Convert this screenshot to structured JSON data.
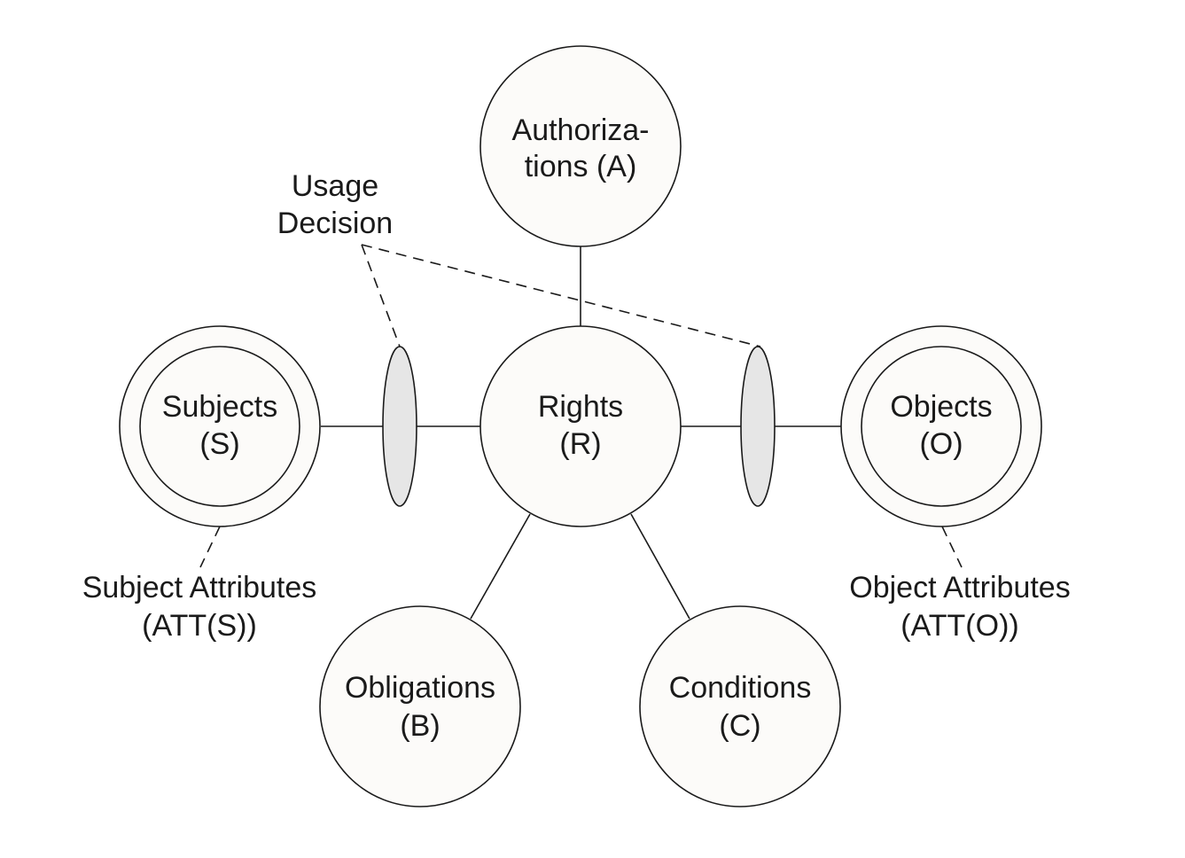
{
  "colors": {
    "stroke": "#1a1a1a",
    "node_fill": "#fcfbf9",
    "ellipse_fill": "#e6e6e6",
    "background": "#ffffff"
  },
  "nodes": {
    "authorizations": {
      "line1": "Authoriza-",
      "line2": "tions (A)"
    },
    "rights": {
      "line1": "Rights",
      "line2": "(R)"
    },
    "subjects": {
      "line1": "Subjects",
      "line2": "(S)"
    },
    "objects": {
      "line1": "Objects",
      "line2": "(O)"
    },
    "obligations": {
      "line1": "Obligations",
      "line2": "(B)"
    },
    "conditions": {
      "line1": "Conditions",
      "line2": "(C)"
    }
  },
  "labels": {
    "usage_decision": {
      "line1": "Usage",
      "line2": "Decision"
    },
    "subject_attributes": {
      "line1": "Subject Attributes",
      "line2": "(ATT(S))"
    },
    "object_attributes": {
      "line1": "Object Attributes",
      "line2": "(ATT(O))"
    }
  }
}
